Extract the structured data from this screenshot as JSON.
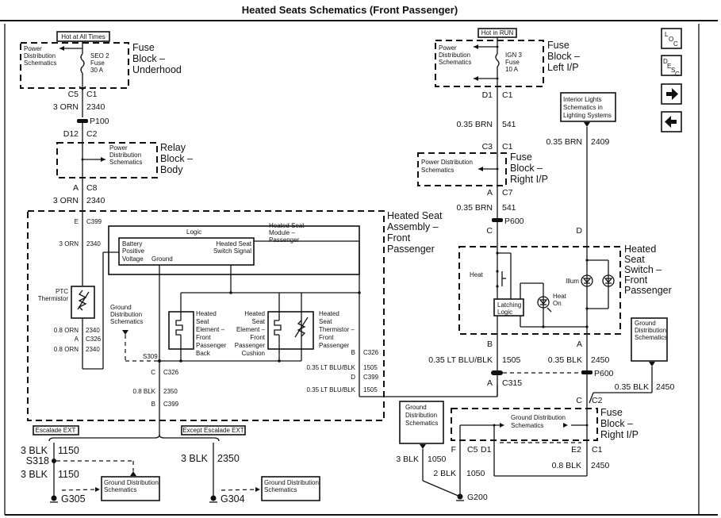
{
  "title": "Heated Seats Schematics (Front Passenger)",
  "nav": {
    "loc": "LOC",
    "desc": "DESC",
    "forward": "right-arrow",
    "back": "left-arrow"
  },
  "left": {
    "hot_label": "Hot at All Times",
    "fuse_block_u": [
      "Fuse",
      "Block –",
      "Underhood"
    ],
    "power_dist": [
      "Power",
      "Distribution",
      "Schematics"
    ],
    "fuse": [
      "SEO 2",
      "Fuse",
      "30 A"
    ],
    "c5": "C5",
    "c1": "C1",
    "w1": {
      "gauge": "3 ORN",
      "circuit": "2340"
    },
    "p100": "P100",
    "d12": "D12",
    "c2": "C2",
    "relay_block": [
      "Relay",
      "Block –",
      "Body"
    ],
    "power_dist2": [
      "Power",
      "Distribution",
      "Schematics"
    ],
    "a": "A",
    "c8": "C8",
    "w2": {
      "gauge": "3 ORN",
      "circuit": "2340"
    },
    "assembly": [
      "Heated Seat",
      "Assembly –",
      "Front",
      "Passenger"
    ],
    "e": "E",
    "c399a": "C399",
    "w3": {
      "gauge": "3 ORN",
      "circuit": "2340"
    },
    "logic": "Logic",
    "bat": [
      "Battery",
      "Positive",
      "Voltage"
    ],
    "ground": "Ground",
    "switch_sig": [
      "Heated Seat",
      "Switch Signal"
    ],
    "module": [
      "Heated Seat",
      "Module –",
      "Passenger"
    ],
    "ptc": [
      "PTC",
      "Thermistor"
    ],
    "w4": {
      "gauge": "0.8 ORN",
      "circuit": "2340"
    },
    "a2": "A",
    "c326a": "C326",
    "w5": {
      "gauge": "0.8 ORN",
      "circuit": "2340"
    },
    "gnd_dist": [
      "Ground",
      "Distribution",
      "Schematics"
    ],
    "elem_back": [
      "Heated",
      "Seat",
      "Element –",
      "Front",
      "Passenger",
      "Back"
    ],
    "elem_cush": [
      "Heated",
      "Seat",
      "Element –",
      "Front",
      "Passenger",
      "Cushion"
    ],
    "thermistor": [
      "Heated",
      "Seat",
      "Thermistor –",
      "Front",
      "Passenger"
    ],
    "s309": "S309",
    "c": "C",
    "c326b": "C326",
    "w6": {
      "gauge": "0.8 BLK",
      "circuit": "2350"
    },
    "b": "B",
    "c399b": "C399",
    "b2": "B",
    "c326c": "C326",
    "w7": {
      "gauge": "0.35 LT BLU/BLK",
      "circuit": "1505"
    },
    "d": "D",
    "c399c": "C399",
    "w8": {
      "gauge": "0.35 LT BLU/BLK",
      "circuit": "1505"
    },
    "escalade": "Escalade EXT",
    "except": "Except Escalade EXT",
    "w9": {
      "gauge": "3 BLK",
      "circuit": "1150"
    },
    "s318": "S318",
    "w10": {
      "gauge": "3 BLK",
      "circuit": "1150"
    },
    "g305": "G305",
    "gnd_box1": [
      "Ground Distribution",
      "Schematics"
    ],
    "w11": {
      "gauge": "3 BLK",
      "circuit": "2350"
    },
    "g304": "G304",
    "gnd_box2": [
      "Ground Distribution",
      "Schematics"
    ]
  },
  "right": {
    "hot_label": "Hot in RUN",
    "fuse_block_l": [
      "Fuse",
      "Block –",
      "Left I/P"
    ],
    "power_dist": [
      "Power",
      "Distribution",
      "Schematics"
    ],
    "fuse": [
      "IGN 3",
      "Fuse",
      "10 A"
    ],
    "d1": "D1",
    "c1": "C1",
    "w1": {
      "gauge": "0.35 BRN",
      "circuit": "541"
    },
    "interior": [
      "Interior Lights",
      "Schematics in",
      "Lighting Systems"
    ],
    "w2": {
      "gauge": "0.35 BRN",
      "circuit": "2409"
    },
    "c3": "C3",
    "c1b": "C1",
    "fuse_block_r": [
      "Fuse",
      "Block –",
      "Right I/P"
    ],
    "power_dist2": [
      "Power Distribution",
      "Schematics"
    ],
    "a": "A",
    "c7": "C7",
    "w3": {
      "gauge": "0.35 BRN",
      "circuit": "541"
    },
    "p600": "P600",
    "c": "C",
    "d": "D",
    "switch": [
      "Heated",
      "Seat",
      "Switch –",
      "Front",
      "Passenger"
    ],
    "heat": "Heat",
    "latch": [
      "Latching",
      "Logic"
    ],
    "heat_on": [
      "Heat",
      "On"
    ],
    "illum": "Illum",
    "b": "B",
    "a2": "A",
    "w4": {
      "gauge": "0.35 LT BLU/BLK",
      "circuit": "1505"
    },
    "w5": {
      "gauge": "0.35 BLK",
      "circuit": "2450"
    },
    "p600b": "P600",
    "a3": "A",
    "c315": "C315",
    "gnd_dist": [
      "Ground",
      "Distribution",
      "Schematics"
    ],
    "w6": {
      "gauge": "0.35 BLK",
      "circuit": "2450"
    },
    "c_": "C",
    "c2": "C2",
    "fuse_block_r2": [
      "Fuse",
      "Block –",
      "Right I/P"
    ],
    "gnd_dist2": [
      "Ground Distribution",
      "Schematics"
    ],
    "gnd_dist3": [
      "Ground",
      "Distribution",
      "Schematics"
    ],
    "f": "F",
    "c5": "C5",
    "d1b": "D1",
    "e2": "E2",
    "c1c": "C1",
    "w7": {
      "gauge": "3 BLK",
      "circuit": "1050"
    },
    "w8": {
      "gauge": "2 BLK",
      "circuit": "1050"
    },
    "w9": {
      "gauge": "0.8 BLK",
      "circuit": "2450"
    },
    "g200": "G200"
  }
}
